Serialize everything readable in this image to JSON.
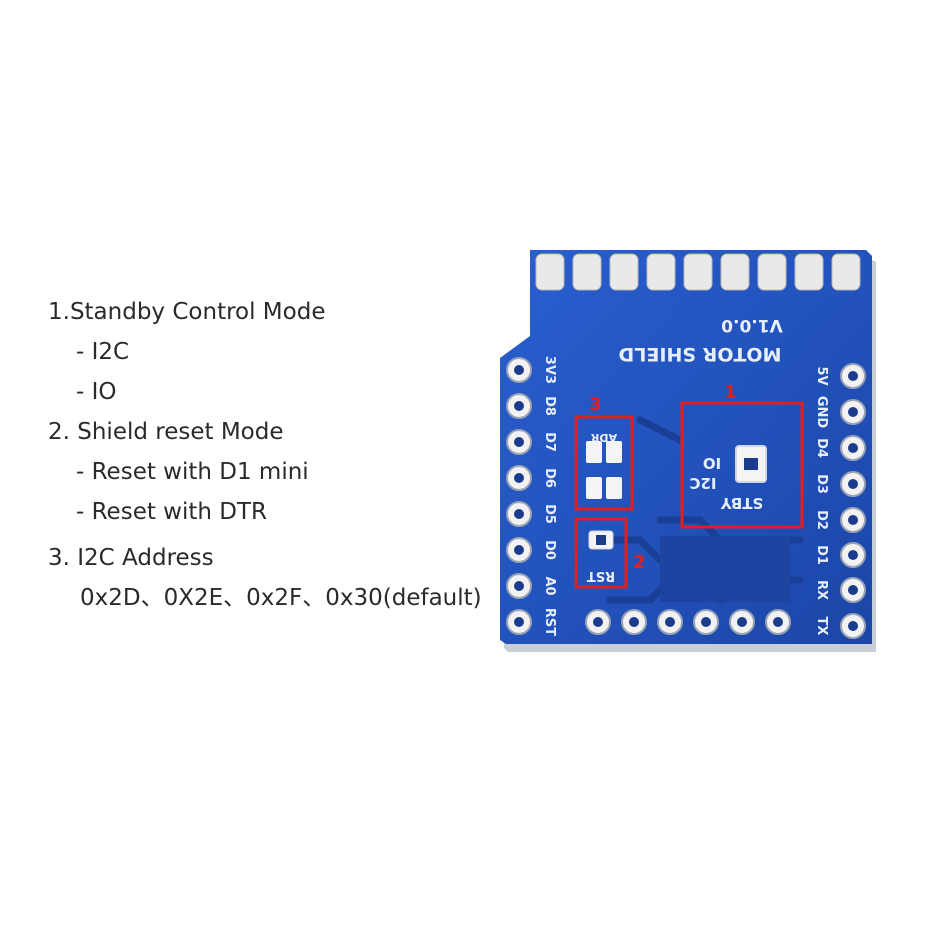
{
  "notes": {
    "standby_title": "1.Standby Control Mode",
    "standby_opt1": "- I2C",
    "standby_opt2": "- IO",
    "reset_title": "2. Shield reset Mode",
    "reset_opt1": "- Reset with D1 mini",
    "reset_opt2": "- Reset with DTR",
    "i2c_title": "3. I2C Address",
    "i2c_values": "0x2D、0X2E、0x2F、0x30(default)"
  },
  "board": {
    "name": "MOTOR SHIELD",
    "version": "V1.0.0",
    "left_pins": [
      "3V3",
      "D8",
      "D7",
      "D6",
      "D5",
      "D0",
      "A0",
      "RST"
    ],
    "right_pins": [
      "5V",
      "GND",
      "D4",
      "D3",
      "D2",
      "D1",
      "RX",
      "TX"
    ],
    "box1_label": "1",
    "box2_label": "2",
    "box3_label": "3",
    "stby": "STBY",
    "i2c": "I2C",
    "io": "IO",
    "rst": "RST",
    "adr": "ADR"
  }
}
